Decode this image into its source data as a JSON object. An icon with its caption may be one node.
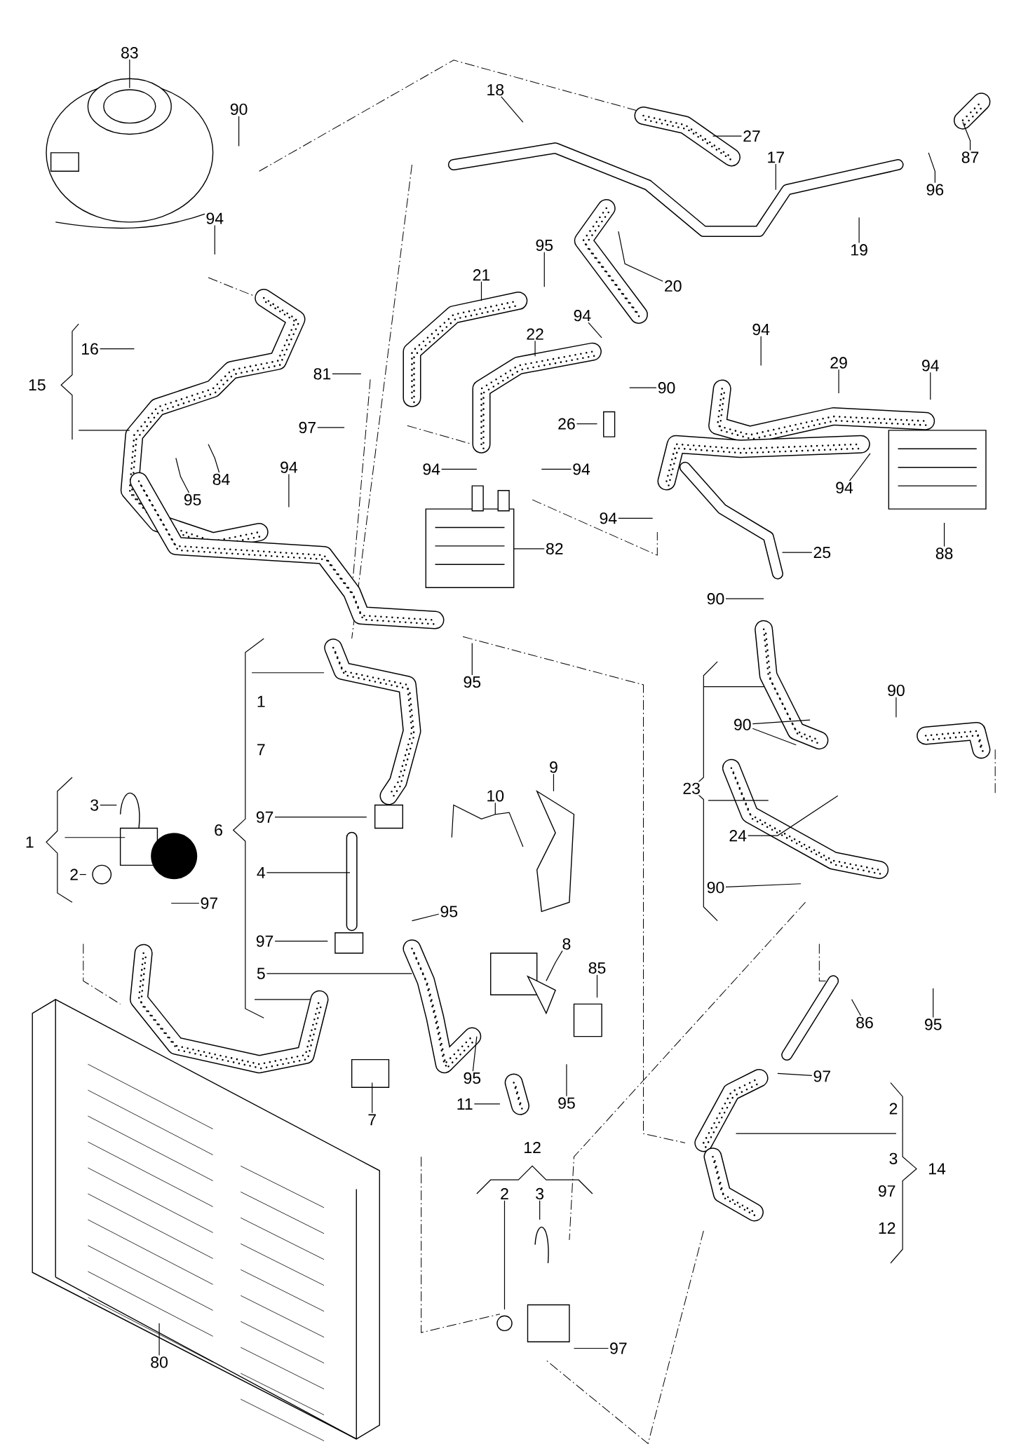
{
  "diagram": {
    "nodes": [
      {
        "text": [
          "83"
        ]
      },
      {
        "text": [
          "90"
        ]
      },
      {
        "text": [
          "18"
        ]
      },
      {
        "text": [
          "27"
        ]
      },
      {
        "text": [
          "17"
        ]
      },
      {
        "text": [
          "87"
        ]
      },
      {
        "text": [
          "96"
        ]
      },
      {
        "text": [
          "19"
        ]
      },
      {
        "text": [
          "20"
        ]
      },
      {
        "text": [
          "95"
        ]
      },
      {
        "text": [
          "21"
        ]
      },
      {
        "text": [
          "94"
        ]
      },
      {
        "text": [
          "22"
        ]
      },
      {
        "text": [
          "94"
        ]
      },
      {
        "text": [
          "90"
        ]
      },
      {
        "text": [
          "94"
        ]
      },
      {
        "text": [
          "29"
        ]
      },
      {
        "text": [
          "94"
        ]
      },
      {
        "text": [
          "16"
        ]
      },
      {
        "text": [
          "81"
        ]
      },
      {
        "text": [
          "97"
        ]
      },
      {
        "text": [
          "26"
        ]
      },
      {
        "text": [
          "84"
        ]
      },
      {
        "text": [
          "95"
        ]
      },
      {
        "text": [
          "94"
        ]
      },
      {
        "text": [
          "94"
        ]
      },
      {
        "text": [
          "94"
        ]
      },
      {
        "text": [
          "94"
        ]
      },
      {
        "text": [
          "94"
        ]
      },
      {
        "text": [
          "82"
        ]
      },
      {
        "text": [
          "25"
        ]
      },
      {
        "text": [
          "88"
        ]
      },
      {
        "text": [
          "90"
        ]
      },
      {
        "text": [
          "95"
        ]
      },
      {
        "text": [
          "97"
        ]
      },
      {
        "text": [
          "4"
        ]
      },
      {
        "text": [
          "97"
        ]
      },
      {
        "text": [
          "5"
        ]
      },
      {
        "text": [
          "9"
        ]
      },
      {
        "text": [
          "10"
        ]
      },
      {
        "text": [
          "3"
        ]
      },
      {
        "text": [
          "2"
        ]
      },
      {
        "text": [
          "97"
        ]
      },
      {
        "text": [
          "95"
        ]
      },
      {
        "text": [
          "8"
        ]
      },
      {
        "text": [
          "85"
        ]
      },
      {
        "text": [
          "7"
        ]
      },
      {
        "text": [
          "95"
        ]
      },
      {
        "text": [
          "95"
        ]
      },
      {
        "text": [
          "11"
        ]
      },
      {
        "text": [
          "90"
        ]
      },
      {
        "text": [
          "90"
        ]
      },
      {
        "text": [
          "24"
        ]
      },
      {
        "text": [
          "90"
        ]
      },
      {
        "text": [
          "86"
        ]
      },
      {
        "text": [
          "95"
        ]
      },
      {
        "text": [
          "97"
        ]
      },
      {
        "text": [
          "2"
        ]
      },
      {
        "text": [
          "3"
        ]
      },
      {
        "text": [
          "97"
        ]
      },
      {
        "text": [
          "80"
        ]
      }
    ],
    "edges": [
      {
        "from": 0,
        "to": null,
        "arrow": "none"
      },
      {
        "from": 1,
        "to": null,
        "arrow": "none"
      },
      {
        "from": 2,
        "to": null,
        "arrow": "none"
      },
      {
        "from": 3,
        "to": null,
        "arrow": "none"
      },
      {
        "from": 4,
        "to": null,
        "arrow": "none"
      },
      {
        "from": 5,
        "to": null,
        "arrow": "none"
      },
      {
        "from": 6,
        "to": null,
        "arrow": "none"
      },
      {
        "from": 7,
        "to": null,
        "arrow": "none"
      },
      {
        "from": 8,
        "to": null,
        "arrow": "none"
      },
      {
        "from": 9,
        "to": null,
        "arrow": "none"
      },
      {
        "from": 10,
        "to": null,
        "arrow": "none"
      },
      {
        "from": 11,
        "to": null,
        "arrow": "none"
      },
      {
        "from": 12,
        "to": null,
        "arrow": "none"
      },
      {
        "from": 13,
        "to": null,
        "arrow": "none"
      },
      {
        "from": 14,
        "to": null,
        "arrow": "none"
      },
      {
        "from": 15,
        "to": null,
        "arrow": "none"
      },
      {
        "from": 16,
        "to": null,
        "arrow": "none"
      },
      {
        "from": 17,
        "to": null,
        "arrow": "none"
      },
      {
        "from": 18,
        "to": null,
        "arrow": "none"
      },
      {
        "from": 19,
        "to": null,
        "arrow": "none"
      },
      {
        "from": 20,
        "to": null,
        "arrow": "none"
      },
      {
        "from": 21,
        "to": null,
        "arrow": "none"
      },
      {
        "from": 22,
        "to": null,
        "arrow": "none"
      },
      {
        "from": 23,
        "to": null,
        "arrow": "none"
      },
      {
        "from": 24,
        "to": null,
        "arrow": "none"
      },
      {
        "from": 25,
        "to": null,
        "arrow": "none"
      },
      {
        "from": 26,
        "to": null,
        "arrow": "none"
      },
      {
        "from": 27,
        "to": null,
        "arrow": "none"
      },
      {
        "from": 28,
        "to": null,
        "arrow": "none"
      },
      {
        "from": 29,
        "to": null,
        "arrow": "none"
      },
      {
        "from": 30,
        "to": null,
        "arrow": "none"
      },
      {
        "from": 31,
        "to": null,
        "arrow": "none"
      },
      {
        "from": 32,
        "to": null,
        "arrow": "none"
      },
      {
        "from": 33,
        "to": null,
        "arrow": "none"
      },
      {
        "from": 34,
        "to": null,
        "arrow": "none"
      },
      {
        "from": 35,
        "to": null,
        "arrow": "none"
      },
      {
        "from": 36,
        "to": null,
        "arrow": "none"
      },
      {
        "from": 37,
        "to": null,
        "arrow": "none"
      },
      {
        "from": 38,
        "to": null,
        "arrow": "none"
      },
      {
        "from": 39,
        "to": null,
        "arrow": "none"
      },
      {
        "from": 40,
        "to": null,
        "arrow": "none"
      },
      {
        "from": 41,
        "to": null,
        "arrow": "none"
      },
      {
        "from": 42,
        "to": null,
        "arrow": "none"
      },
      {
        "from": 43,
        "to": null,
        "arrow": "none"
      },
      {
        "from": 44,
        "to": null,
        "arrow": "none"
      },
      {
        "from": 45,
        "to": null,
        "arrow": "none"
      },
      {
        "from": 46,
        "to": null,
        "arrow": "none"
      },
      {
        "from": 47,
        "to": null,
        "arrow": "none"
      },
      {
        "from": 48,
        "to": null,
        "arrow": "none"
      },
      {
        "from": 49,
        "to": null,
        "arrow": "none"
      },
      {
        "from": 50,
        "to": null,
        "arrow": "none"
      },
      {
        "from": 51,
        "to": null,
        "arrow": "none"
      },
      {
        "from": 52,
        "to": null,
        "arrow": "none"
      },
      {
        "from": 53,
        "to": null,
        "arrow": "none"
      },
      {
        "from": 54,
        "to": null,
        "arrow": "none"
      },
      {
        "from": 55,
        "to": null,
        "arrow": "none"
      },
      {
        "from": 56,
        "to": null,
        "arrow": "none"
      },
      {
        "from": 57,
        "to": null,
        "arrow": "none"
      },
      {
        "from": 58,
        "to": null,
        "arrow": "none"
      },
      {
        "from": 59,
        "to": null,
        "arrow": "none"
      },
      {
        "from": 60,
        "to": null,
        "arrow": "none"
      }
    ],
    "labels": [
      "15",
      "1",
      "7",
      "6",
      "1",
      "23",
      "2",
      "3",
      "97",
      "12",
      "14",
      "12"
    ]
  }
}
